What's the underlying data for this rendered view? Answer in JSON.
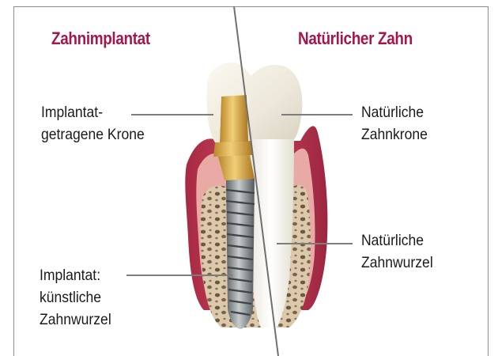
{
  "titles": {
    "left": "Zahnimplantat",
    "right": "Natürlicher Zahn"
  },
  "colors": {
    "title": "#a3174e",
    "gum_outer": "#b8394f",
    "gum_inner": "#e9a9a6",
    "enamel": "#f4f1e8",
    "implant_metal": "#8e9496",
    "abutment_gold": "#d8a742",
    "bone": "#d9c5a4"
  },
  "labels": {
    "left_top": [
      "Implantat-",
      "getragene Krone"
    ],
    "left_bottom": [
      "Implantat:",
      "künstliche",
      "Zahnwurzel"
    ],
    "right_top": [
      "Natürliche",
      "Zahnkrone"
    ],
    "right_bottom": [
      "Natürliche",
      "Zahnwurzel"
    ]
  }
}
